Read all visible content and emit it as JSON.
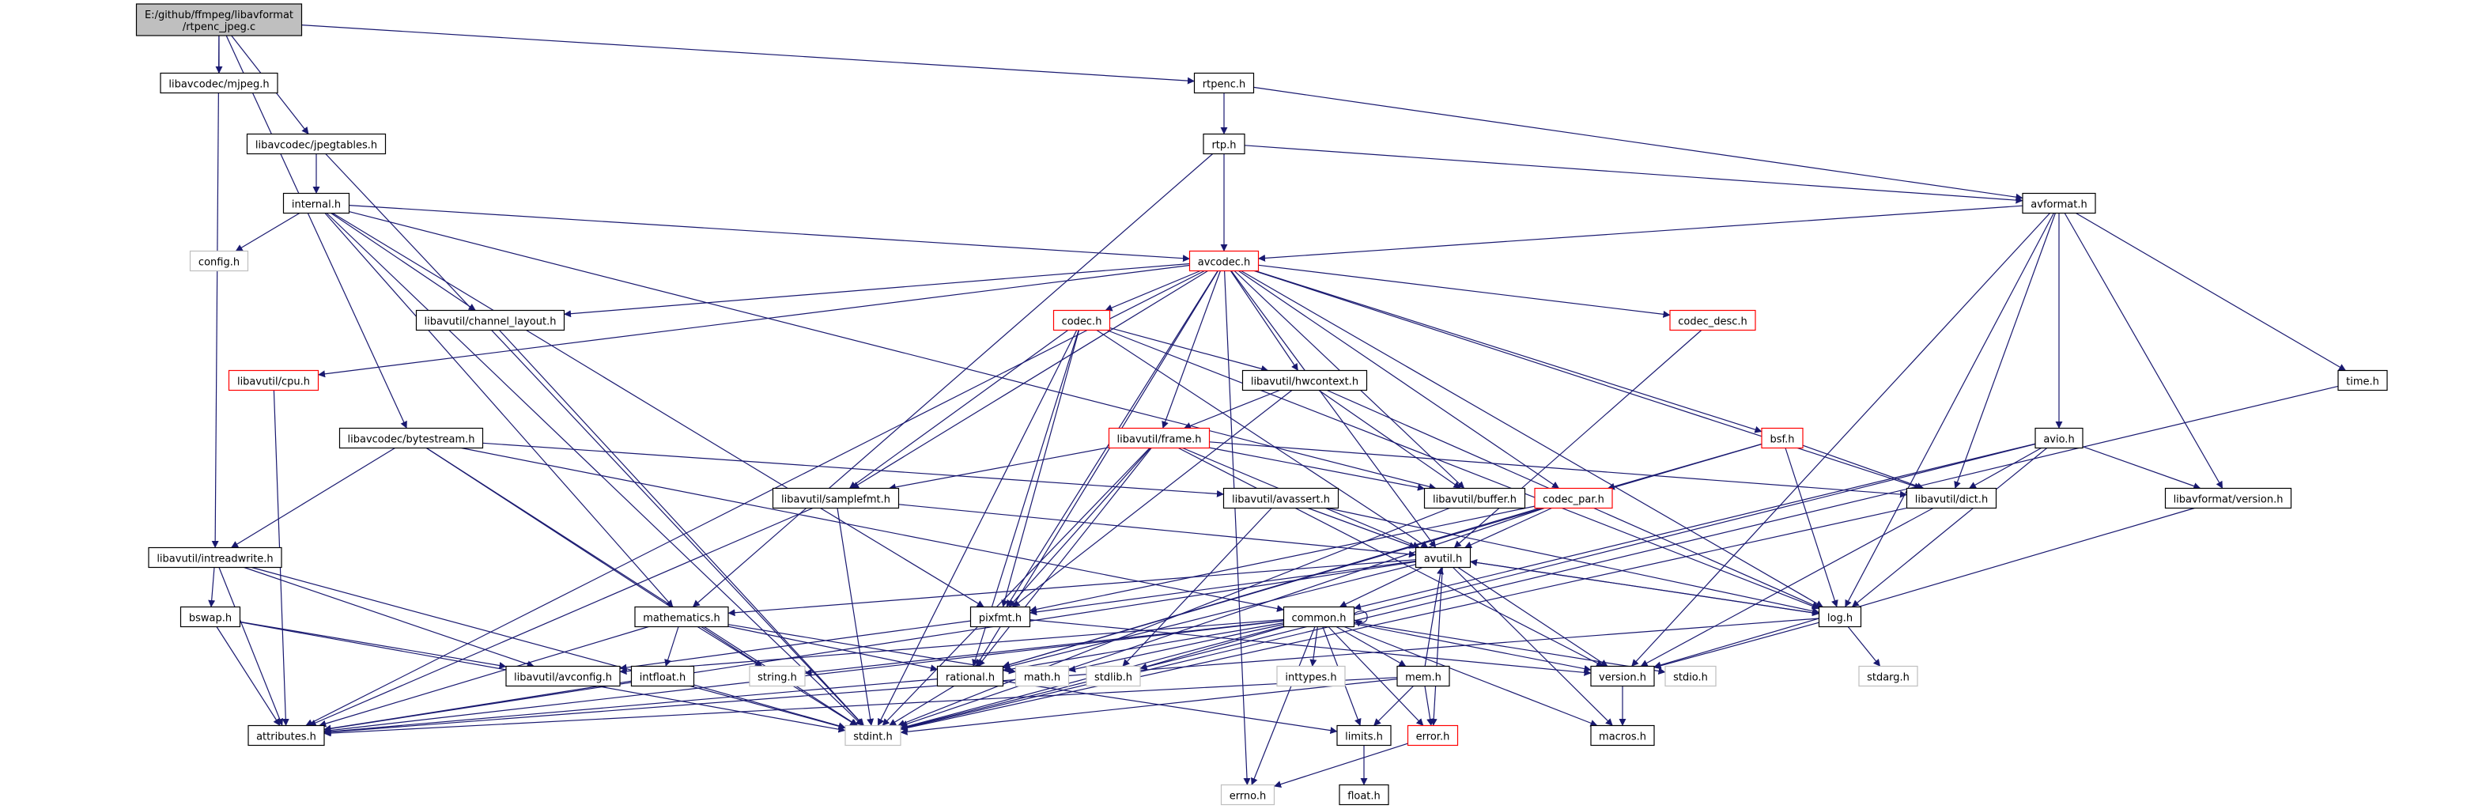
{
  "colors": {
    "edge": "#191970",
    "node_border": "#000000",
    "node_border_missing": "#bfbfbf",
    "node_border_truncated": "#ff0000",
    "root_fill": "#bfbfbf",
    "node_fill": "#ffffff"
  },
  "nodes": [
    {
      "id": "root",
      "label": "E:/github/ffmpeg/libavformat\n/rtpenc_jpeg.c",
      "kind": "root"
    },
    {
      "id": "mjpeg",
      "label": "libavcodec/mjpeg.h",
      "kind": "normal"
    },
    {
      "id": "rtpenc",
      "label": "rtpenc.h",
      "kind": "normal"
    },
    {
      "id": "jpegtables",
      "label": "libavcodec/jpegtables.h",
      "kind": "normal"
    },
    {
      "id": "rtp",
      "label": "rtp.h",
      "kind": "normal"
    },
    {
      "id": "internal",
      "label": "internal.h",
      "kind": "normal"
    },
    {
      "id": "avformat",
      "label": "avformat.h",
      "kind": "normal"
    },
    {
      "id": "config",
      "label": "config.h",
      "kind": "missing"
    },
    {
      "id": "avcodec",
      "label": "avcodec.h",
      "kind": "truncated"
    },
    {
      "id": "chlayout",
      "label": "libavutil/channel_layout.h",
      "kind": "normal"
    },
    {
      "id": "codec",
      "label": "codec.h",
      "kind": "truncated"
    },
    {
      "id": "codecdesc",
      "label": "codec_desc.h",
      "kind": "truncated"
    },
    {
      "id": "cpu",
      "label": "libavutil/cpu.h",
      "kind": "truncated"
    },
    {
      "id": "hwcontext",
      "label": "libavutil/hwcontext.h",
      "kind": "normal"
    },
    {
      "id": "time",
      "label": "time.h",
      "kind": "normal"
    },
    {
      "id": "bytestream",
      "label": "libavcodec/bytestream.h",
      "kind": "normal"
    },
    {
      "id": "frame",
      "label": "libavutil/frame.h",
      "kind": "truncated"
    },
    {
      "id": "bsf",
      "label": "bsf.h",
      "kind": "truncated"
    },
    {
      "id": "avio",
      "label": "avio.h",
      "kind": "normal"
    },
    {
      "id": "samplefmt",
      "label": "libavutil/samplefmt.h",
      "kind": "normal"
    },
    {
      "id": "avassert",
      "label": "libavutil/avassert.h",
      "kind": "normal"
    },
    {
      "id": "buffer",
      "label": "libavutil/buffer.h",
      "kind": "normal"
    },
    {
      "id": "codecpar",
      "label": "codec_par.h",
      "kind": "truncated"
    },
    {
      "id": "dict",
      "label": "libavutil/dict.h",
      "kind": "normal"
    },
    {
      "id": "lavfversion",
      "label": "libavformat/version.h",
      "kind": "normal"
    },
    {
      "id": "intreadwrite",
      "label": "libavutil/intreadwrite.h",
      "kind": "normal"
    },
    {
      "id": "avutil",
      "label": "avutil.h",
      "kind": "normal"
    },
    {
      "id": "bswap",
      "label": "bswap.h",
      "kind": "normal"
    },
    {
      "id": "mathematics",
      "label": "mathematics.h",
      "kind": "normal"
    },
    {
      "id": "pixfmt",
      "label": "pixfmt.h",
      "kind": "normal"
    },
    {
      "id": "common",
      "label": "common.h",
      "kind": "normal"
    },
    {
      "id": "log",
      "label": "log.h",
      "kind": "normal"
    },
    {
      "id": "avconfig",
      "label": "libavutil/avconfig.h",
      "kind": "normal"
    },
    {
      "id": "intfloat",
      "label": "intfloat.h",
      "kind": "normal"
    },
    {
      "id": "string",
      "label": "string.h",
      "kind": "missing"
    },
    {
      "id": "rational",
      "label": "rational.h",
      "kind": "normal"
    },
    {
      "id": "math",
      "label": "math.h",
      "kind": "missing"
    },
    {
      "id": "stdlib",
      "label": "stdlib.h",
      "kind": "missing"
    },
    {
      "id": "inttypes",
      "label": "inttypes.h",
      "kind": "missing"
    },
    {
      "id": "mem",
      "label": "mem.h",
      "kind": "normal"
    },
    {
      "id": "version",
      "label": "version.h",
      "kind": "normal"
    },
    {
      "id": "stdio",
      "label": "stdio.h",
      "kind": "missing"
    },
    {
      "id": "stdarg",
      "label": "stdarg.h",
      "kind": "missing"
    },
    {
      "id": "attributes",
      "label": "attributes.h",
      "kind": "normal"
    },
    {
      "id": "stdint",
      "label": "stdint.h",
      "kind": "missing"
    },
    {
      "id": "limits",
      "label": "limits.h",
      "kind": "normal"
    },
    {
      "id": "error",
      "label": "error.h",
      "kind": "truncated"
    },
    {
      "id": "macros",
      "label": "macros.h",
      "kind": "normal"
    },
    {
      "id": "errno",
      "label": "errno.h",
      "kind": "missing"
    },
    {
      "id": "float",
      "label": "float.h",
      "kind": "normal"
    }
  ],
  "edges": [
    [
      "root",
      "mjpeg"
    ],
    [
      "root",
      "rtpenc"
    ],
    [
      "root",
      "jpegtables"
    ],
    [
      "root",
      "bytestream"
    ],
    [
      "root",
      "intreadwrite"
    ],
    [
      "rtpenc",
      "rtp"
    ],
    [
      "rtpenc",
      "avformat"
    ],
    [
      "jpegtables",
      "internal"
    ],
    [
      "jpegtables",
      "stdint"
    ],
    [
      "rtp",
      "avformat"
    ],
    [
      "rtp",
      "avcodec"
    ],
    [
      "rtp",
      "mathematics"
    ],
    [
      "internal",
      "config"
    ],
    [
      "internal",
      "avcodec"
    ],
    [
      "internal",
      "chlayout"
    ],
    [
      "internal",
      "buffer"
    ],
    [
      "internal",
      "mathematics"
    ],
    [
      "internal",
      "pixfmt"
    ],
    [
      "internal",
      "stdint"
    ],
    [
      "avformat",
      "avcodec"
    ],
    [
      "avformat",
      "time"
    ],
    [
      "avformat",
      "avio"
    ],
    [
      "avformat",
      "dict"
    ],
    [
      "avformat",
      "log"
    ],
    [
      "avformat",
      "lavfversion"
    ],
    [
      "avformat",
      "version"
    ],
    [
      "avcodec",
      "chlayout"
    ],
    [
      "avcodec",
      "codec"
    ],
    [
      "avcodec",
      "codecdesc"
    ],
    [
      "avcodec",
      "cpu"
    ],
    [
      "avcodec",
      "hwcontext"
    ],
    [
      "avcodec",
      "frame"
    ],
    [
      "avcodec",
      "bsf"
    ],
    [
      "avcodec",
      "samplefmt"
    ],
    [
      "avcodec",
      "buffer"
    ],
    [
      "avcodec",
      "codecpar"
    ],
    [
      "avcodec",
      "dict"
    ],
    [
      "avcodec",
      "avutil"
    ],
    [
      "avcodec",
      "log"
    ],
    [
      "avcodec",
      "pixfmt"
    ],
    [
      "avcodec",
      "rational"
    ],
    [
      "avcodec",
      "attributes"
    ],
    [
      "avcodec",
      "errno"
    ],
    [
      "chlayout",
      "stdint"
    ],
    [
      "codec",
      "hwcontext"
    ],
    [
      "codec",
      "samplefmt"
    ],
    [
      "codec",
      "avutil"
    ],
    [
      "codec",
      "log"
    ],
    [
      "codec",
      "pixfmt"
    ],
    [
      "codec",
      "rational"
    ],
    [
      "codec",
      "stdint"
    ],
    [
      "codecdesc",
      "avutil"
    ],
    [
      "cpu",
      "attributes"
    ],
    [
      "hwcontext",
      "frame"
    ],
    [
      "hwcontext",
      "buffer"
    ],
    [
      "hwcontext",
      "log"
    ],
    [
      "hwcontext",
      "pixfmt"
    ],
    [
      "time",
      "stdint"
    ],
    [
      "bytestream",
      "intreadwrite"
    ],
    [
      "bytestream",
      "avassert"
    ],
    [
      "bytestream",
      "common"
    ],
    [
      "bytestream",
      "string"
    ],
    [
      "bytestream",
      "stdint"
    ],
    [
      "frame",
      "samplefmt"
    ],
    [
      "frame",
      "avutil"
    ],
    [
      "frame",
      "buffer"
    ],
    [
      "frame",
      "dict"
    ],
    [
      "frame",
      "pixfmt"
    ],
    [
      "frame",
      "rational"
    ],
    [
      "frame",
      "version"
    ],
    [
      "frame",
      "stdint"
    ],
    [
      "bsf",
      "codecpar"
    ],
    [
      "bsf",
      "dict"
    ],
    [
      "bsf",
      "log"
    ],
    [
      "bsf",
      "rational"
    ],
    [
      "avio",
      "dict"
    ],
    [
      "avio",
      "log"
    ],
    [
      "avio",
      "common"
    ],
    [
      "avio",
      "lavfversion"
    ],
    [
      "avio",
      "stdint"
    ],
    [
      "samplefmt",
      "avutil"
    ],
    [
      "samplefmt",
      "attributes"
    ],
    [
      "samplefmt",
      "stdint"
    ],
    [
      "avassert",
      "avutil"
    ],
    [
      "avassert",
      "log"
    ],
    [
      "avassert",
      "stdlib"
    ],
    [
      "buffer",
      "stdint"
    ],
    [
      "codecpar",
      "avutil"
    ],
    [
      "codecpar",
      "pixfmt"
    ],
    [
      "codecpar",
      "rational"
    ],
    [
      "codecpar",
      "stdint"
    ],
    [
      "dict",
      "version"
    ],
    [
      "dict",
      "stdint"
    ],
    [
      "lavfversion",
      "version"
    ],
    [
      "intreadwrite",
      "bswap"
    ],
    [
      "intreadwrite",
      "avconfig"
    ],
    [
      "intreadwrite",
      "attributes"
    ],
    [
      "intreadwrite",
      "stdint"
    ],
    [
      "avutil",
      "common"
    ],
    [
      "avutil",
      "log"
    ],
    [
      "avutil",
      "mathematics"
    ],
    [
      "avutil",
      "pixfmt"
    ],
    [
      "avutil",
      "rational"
    ],
    [
      "avutil",
      "error"
    ],
    [
      "avutil",
      "version"
    ],
    [
      "avutil",
      "macros"
    ],
    [
      "avutil",
      "attributes"
    ],
    [
      "bswap",
      "avconfig"
    ],
    [
      "bswap",
      "attributes"
    ],
    [
      "bswap",
      "stdint"
    ],
    [
      "mathematics",
      "intfloat"
    ],
    [
      "mathematics",
      "rational"
    ],
    [
      "mathematics",
      "math"
    ],
    [
      "mathematics",
      "attributes"
    ],
    [
      "mathematics",
      "stdint"
    ],
    [
      "pixfmt",
      "avconfig"
    ],
    [
      "pixfmt",
      "version"
    ],
    [
      "common",
      "common"
    ],
    [
      "common",
      "avconfig"
    ],
    [
      "common",
      "string"
    ],
    [
      "common",
      "rational"
    ],
    [
      "common",
      "math"
    ],
    [
      "common",
      "stdlib"
    ],
    [
      "common",
      "inttypes"
    ],
    [
      "common",
      "mem"
    ],
    [
      "common",
      "version"
    ],
    [
      "common",
      "stdio"
    ],
    [
      "common",
      "attributes"
    ],
    [
      "common",
      "stdint"
    ],
    [
      "common",
      "limits"
    ],
    [
      "common",
      "errno"
    ],
    [
      "common",
      "error"
    ],
    [
      "common",
      "macros"
    ],
    [
      "log",
      "avutil"
    ],
    [
      "log",
      "stdarg"
    ],
    [
      "log",
      "version"
    ],
    [
      "log",
      "attributes"
    ],
    [
      "intfloat",
      "attributes"
    ],
    [
      "intfloat",
      "stdint"
    ],
    [
      "rational",
      "attributes"
    ],
    [
      "rational",
      "stdint"
    ],
    [
      "rational",
      "limits"
    ],
    [
      "mem",
      "avutil"
    ],
    [
      "mem",
      "attributes"
    ],
    [
      "mem",
      "error"
    ],
    [
      "mem",
      "limits"
    ],
    [
      "mem",
      "stdint"
    ],
    [
      "version",
      "macros"
    ],
    [
      "limits",
      "float"
    ],
    [
      "error",
      "errno"
    ]
  ]
}
